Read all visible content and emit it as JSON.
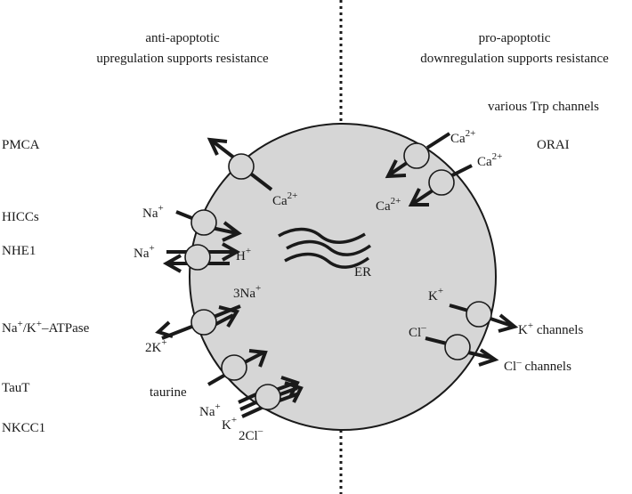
{
  "headers": {
    "left_line1": "anti-apoptotic",
    "left_line2": "upregulation supports resistance",
    "right_line1": "pro-apoptotic",
    "right_line2": "downregulation supports resistance"
  },
  "left_labels": {
    "pmca": "PMCA",
    "hiccs": "HICCs",
    "nhe1": "NHE1",
    "atpase_a": "Na",
    "atpase_b": "+",
    "atpase_c": "/K",
    "atpase_d": "+",
    "atpase_e": "–ATPase",
    "taut": "TauT",
    "nkcc1": "NKCC1"
  },
  "right_labels": {
    "trp": "various Trp channels",
    "orai": "ORAI",
    "k_channels_a": "K",
    "k_channels_b": "+",
    "k_channels_c": " channels",
    "cl_channels_a": "Cl",
    "cl_channels_b": "–",
    "cl_channels_c": " channels"
  },
  "ions": {
    "ca": "Ca",
    "ca_charge": "2+",
    "na": "Na",
    "na_charge": "+",
    "h": "H",
    "h_charge": "+",
    "k": "K",
    "k_charge": "+",
    "cl": "Cl",
    "cl_charge": "–",
    "three_na": "3Na",
    "three_na_charge": "+",
    "two_k": "2K",
    "two_k_charge": "+",
    "two_cl": "2Cl",
    "two_cl_charge": "–",
    "taurine": "taurine"
  },
  "organelle": {
    "er": "ER"
  },
  "colors": {
    "cell_fill": "#d6d6d6",
    "ink": "#1a1a1a",
    "background": "#ffffff"
  }
}
